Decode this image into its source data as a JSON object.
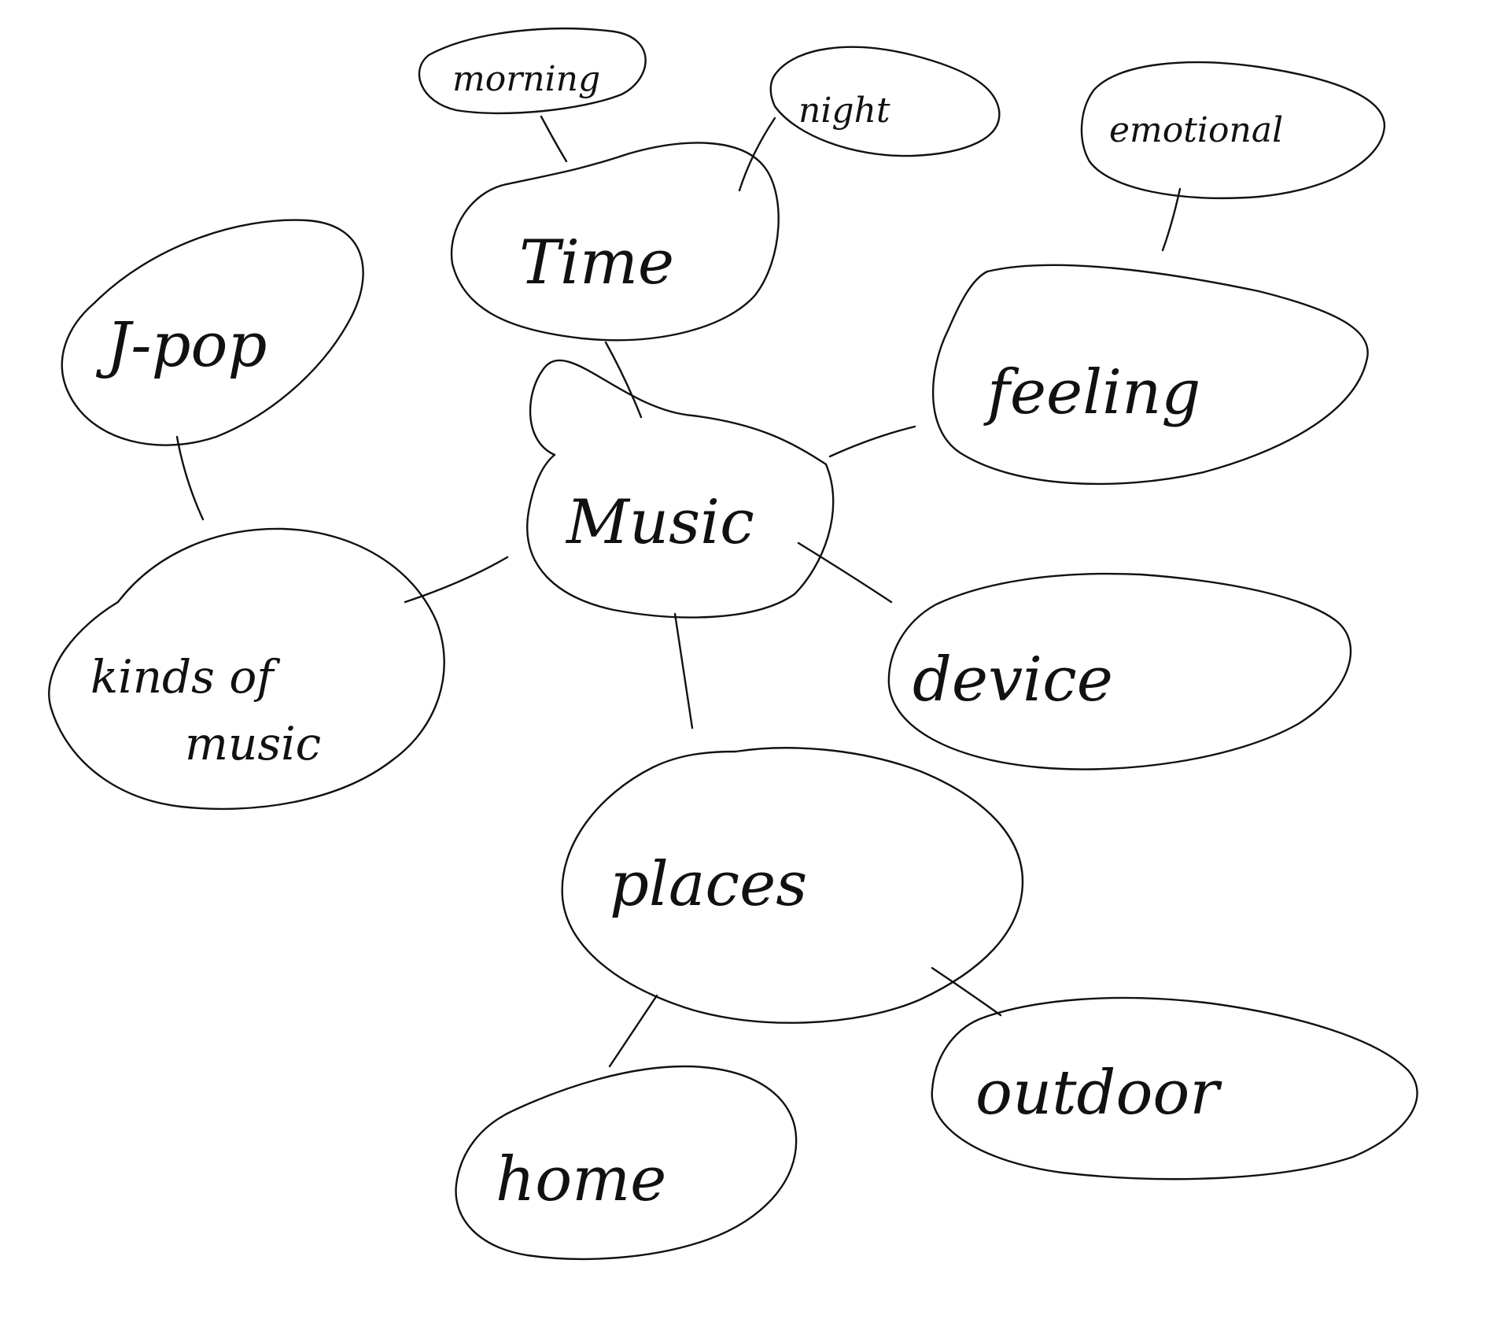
{
  "diagram": {
    "type": "mind-map",
    "ink_color": "#111111",
    "background": "#ffffff",
    "nodes": [
      {
        "id": "music",
        "label": "Music"
      },
      {
        "id": "time",
        "label": "Time"
      },
      {
        "id": "morning",
        "label": "morning"
      },
      {
        "id": "night",
        "label": "night"
      },
      {
        "id": "feeling",
        "label": "feeling"
      },
      {
        "id": "emotional",
        "label": "emotional"
      },
      {
        "id": "kinds-of-music",
        "label": "kinds of music",
        "label_lines": [
          "kinds of",
          "music"
        ]
      },
      {
        "id": "j-pop",
        "label": "J-pop"
      },
      {
        "id": "device",
        "label": "device"
      },
      {
        "id": "places",
        "label": "places"
      },
      {
        "id": "home",
        "label": "home"
      },
      {
        "id": "outdoor",
        "label": "outdoor"
      }
    ],
    "edges": [
      {
        "from": "music",
        "to": "time"
      },
      {
        "from": "time",
        "to": "morning"
      },
      {
        "from": "time",
        "to": "night"
      },
      {
        "from": "music",
        "to": "feeling"
      },
      {
        "from": "feeling",
        "to": "emotional"
      },
      {
        "from": "music",
        "to": "kinds-of-music"
      },
      {
        "from": "kinds-of-music",
        "to": "j-pop"
      },
      {
        "from": "music",
        "to": "device"
      },
      {
        "from": "music",
        "to": "places"
      },
      {
        "from": "places",
        "to": "home"
      },
      {
        "from": "places",
        "to": "outdoor"
      }
    ]
  }
}
